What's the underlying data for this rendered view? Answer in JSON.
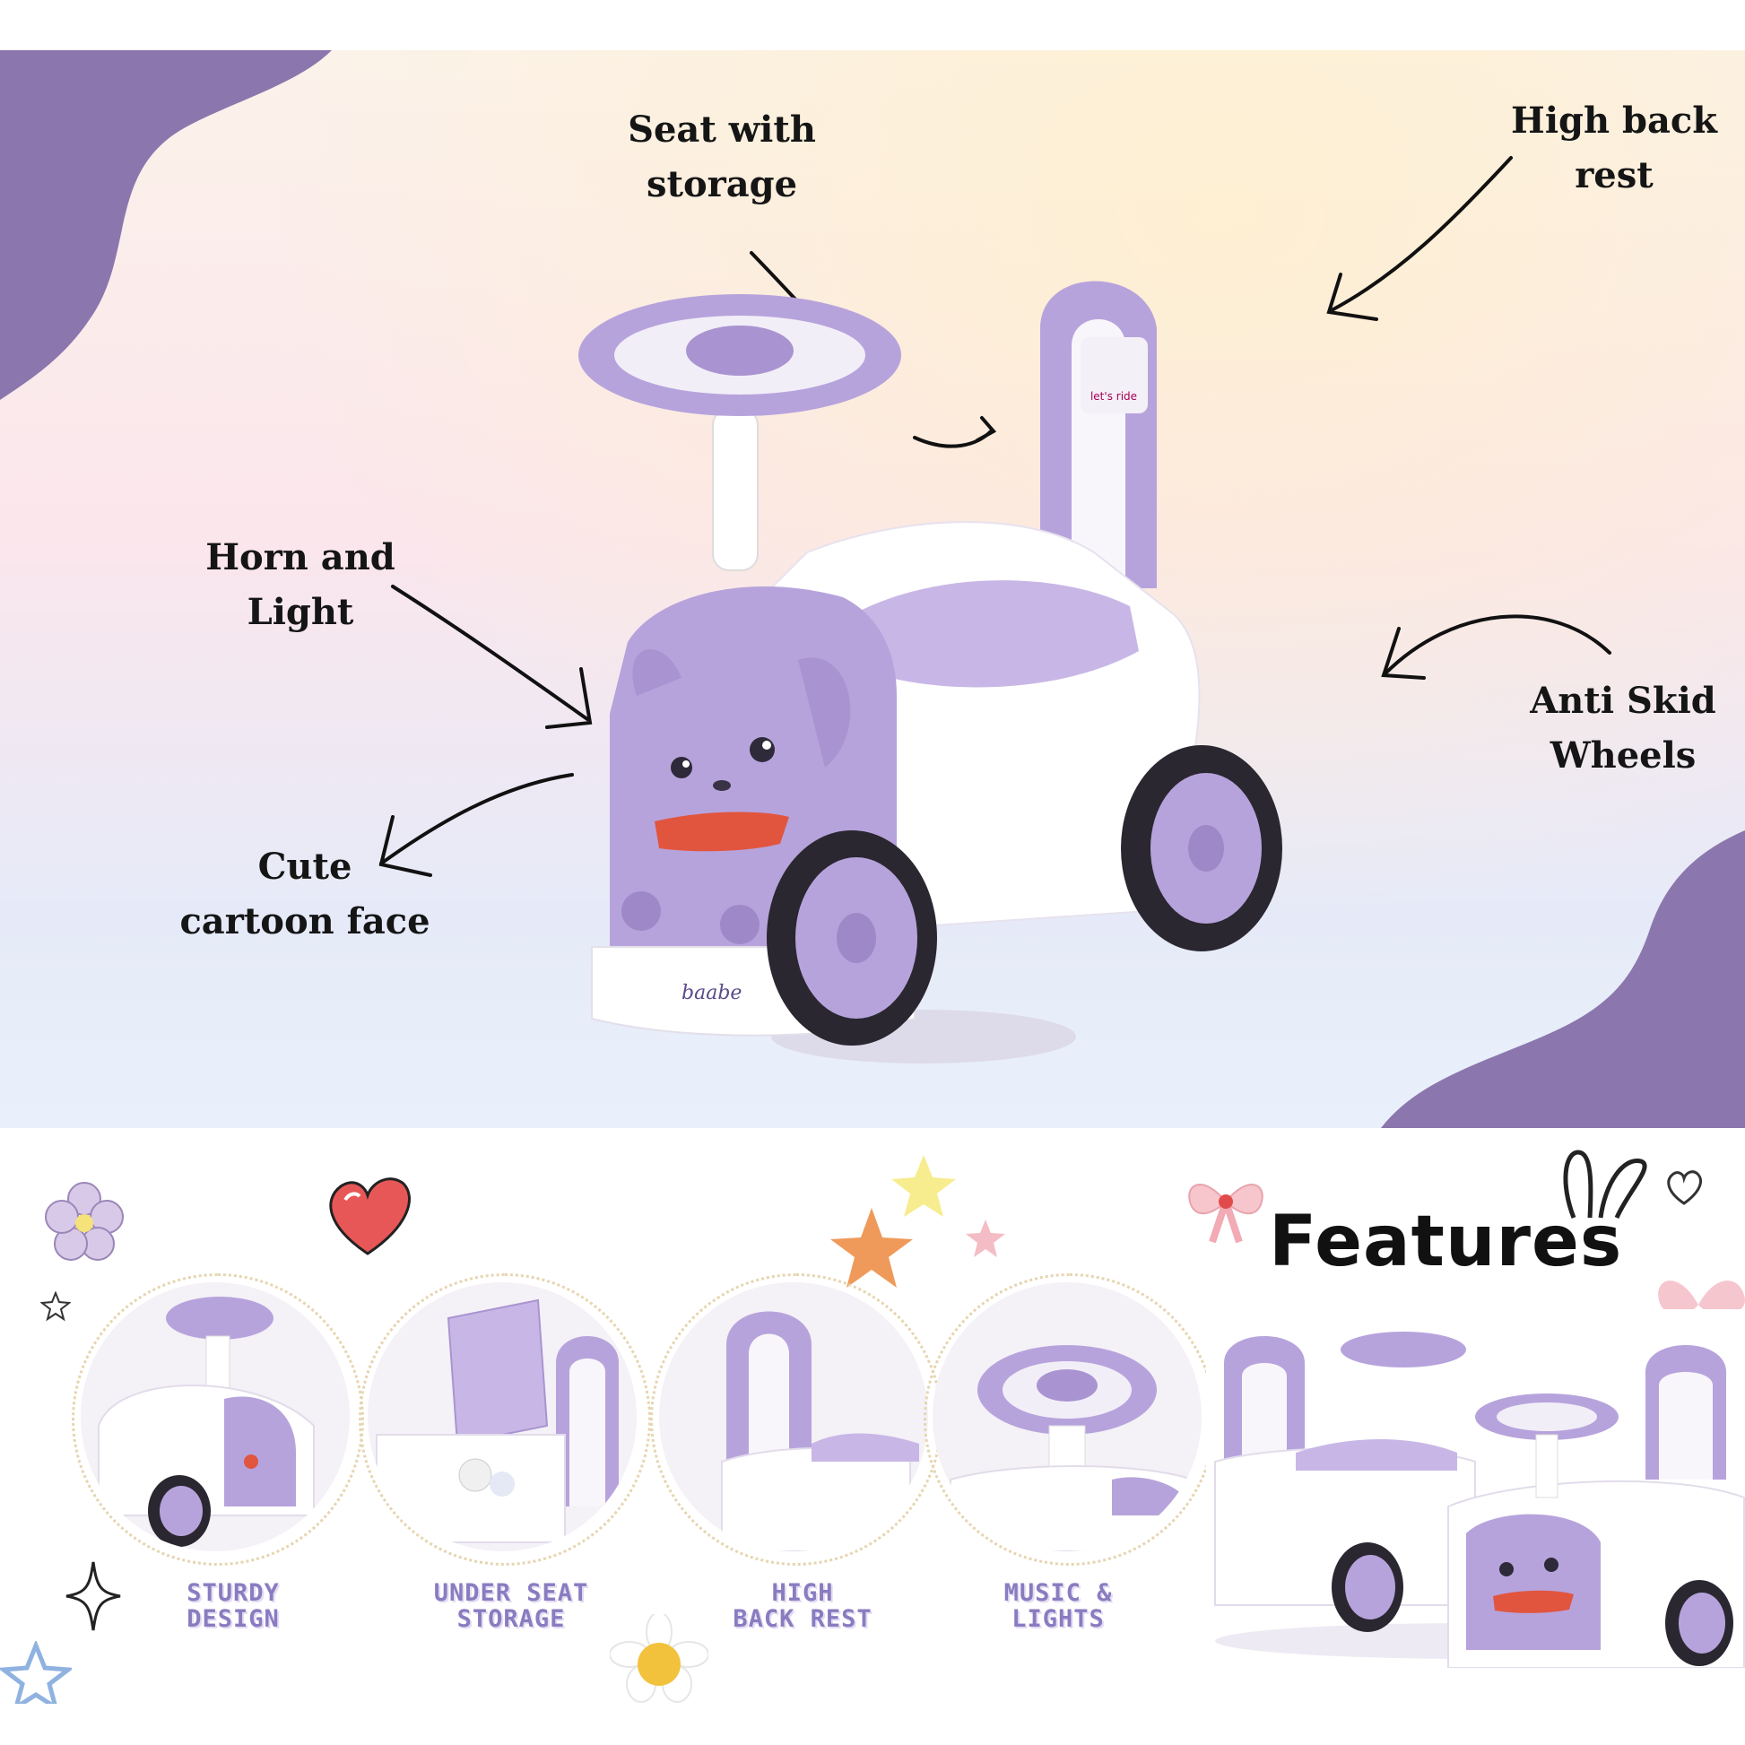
{
  "hero": {
    "callouts": {
      "seat": "Seat with\nstorage",
      "backrest": "High back\nrest",
      "horn": "Horn and\nLight",
      "wheels": "Anti Skid\nWheels",
      "face": "Cute\ncartoon face"
    },
    "product": {
      "brand_mark": "baabe",
      "backrest_label": "let's ride"
    }
  },
  "features": {
    "title": "Features",
    "items": [
      {
        "caption": "STURDY\nDESIGN"
      },
      {
        "caption": "UNDER SEAT\nSTORAGE"
      },
      {
        "caption": "HIGH\nBACK REST"
      },
      {
        "caption": "MUSIC &\nLIGHTS"
      }
    ]
  },
  "colors": {
    "accent_purple": "#8b77ad",
    "car_purple": "#b7a3dc",
    "car_white": "#ffffff",
    "caption_purple": "#8a7cc0"
  }
}
